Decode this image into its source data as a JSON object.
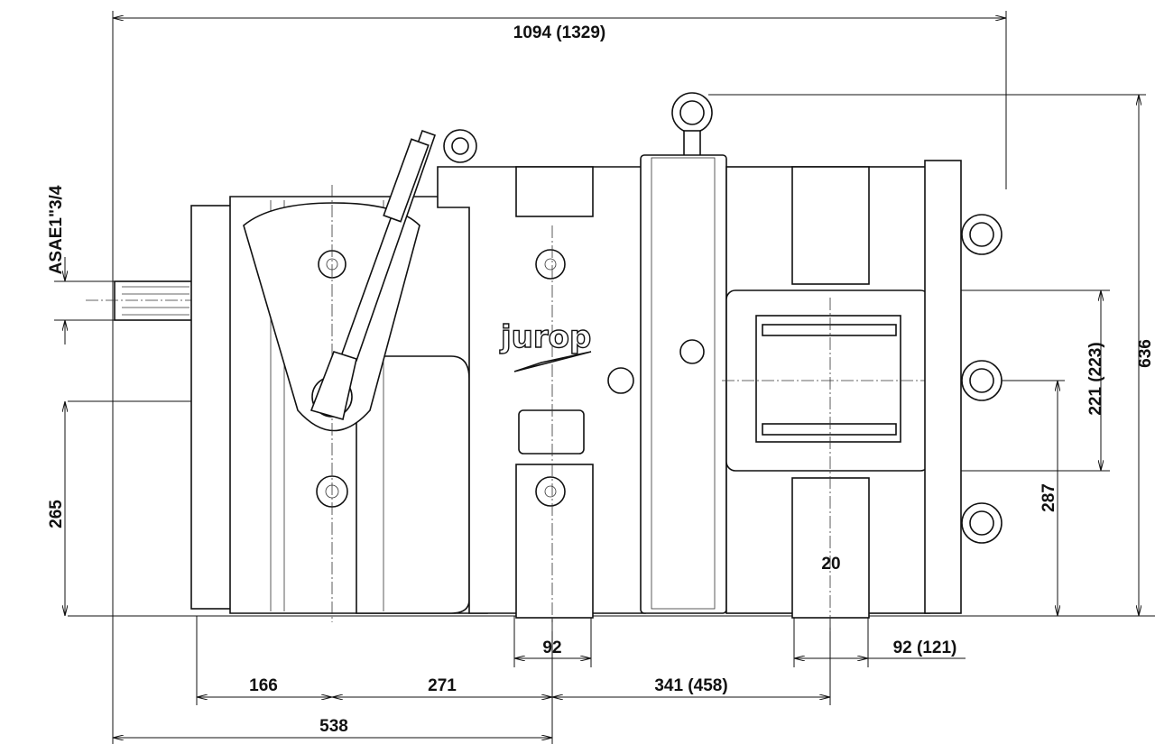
{
  "drawing": {
    "logo": "jurop",
    "dimensions": {
      "overall_length": "1094 (1329)",
      "overall_height": "636",
      "shaft_spec": "ASAE1\"3/4",
      "shaft_height": "265",
      "flange_height": "221 (223)",
      "port_height": "287",
      "gearbox_to_axis": "166",
      "axis_to_foot": "271",
      "foot_to_rear_foot": "341 (458)",
      "front_foot_width": "92",
      "rear_foot_width": "92 (121)",
      "foot_hole": "20",
      "shaft_to_foot": "538"
    }
  }
}
